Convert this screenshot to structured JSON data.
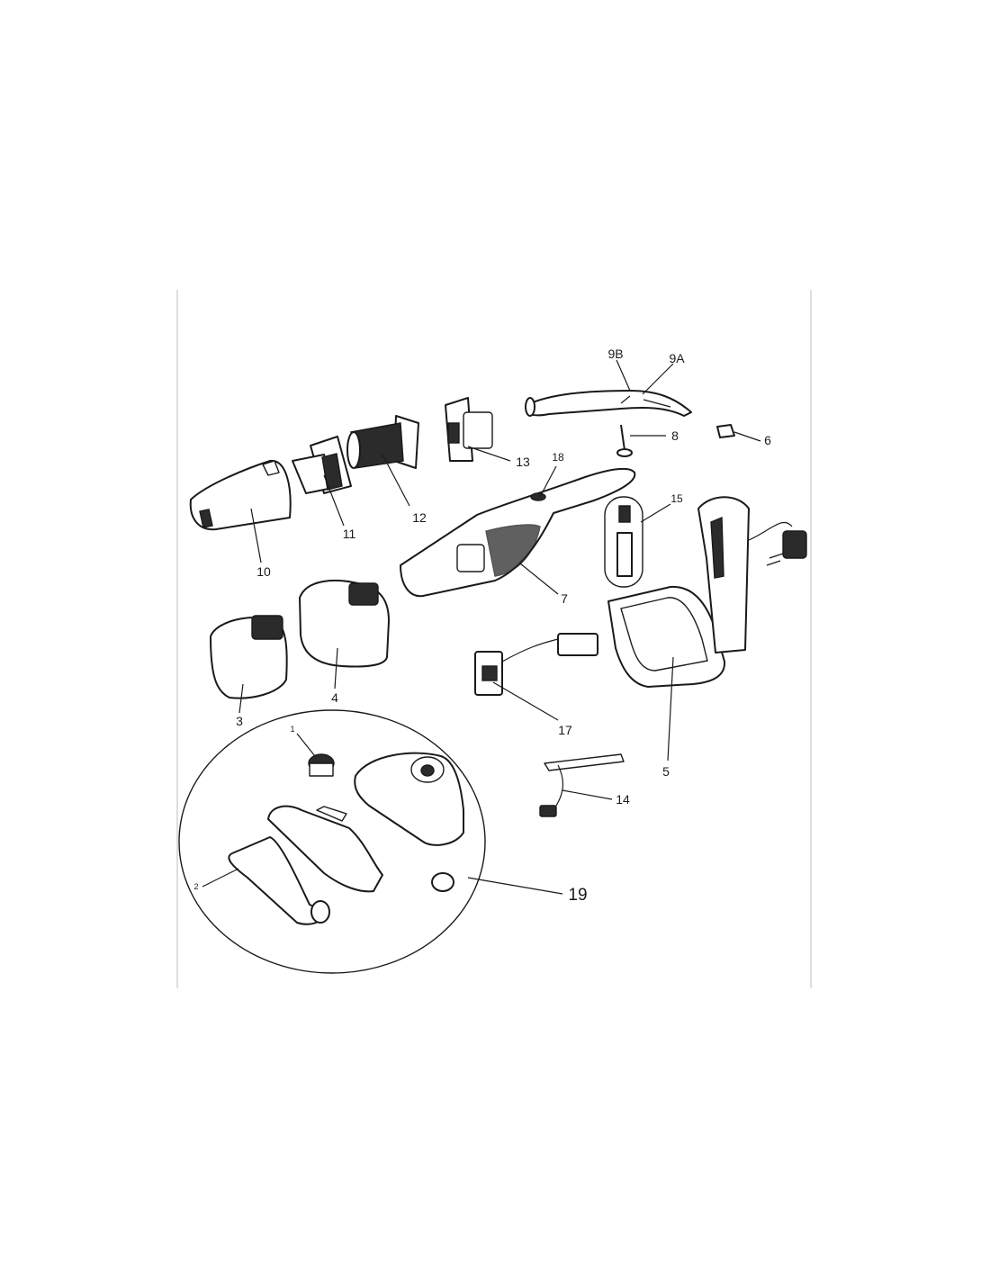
{
  "part_labels": {
    "p1": "1",
    "p2": "2",
    "p3": "3",
    "p4": "4",
    "p5": "5",
    "p6": "6",
    "p7": "7",
    "p8": "8",
    "p9a": "9A",
    "p9b": "9B",
    "p10": "10",
    "p11": "11",
    "p12": "12",
    "p13": "13",
    "p14": "14",
    "p15": "15",
    "p17": "17",
    "p18": "18",
    "p19": "19"
  },
  "colors": {
    "line": "#1a1a1a",
    "fill": "#ffffff",
    "frame": "#c8c8c8"
  }
}
